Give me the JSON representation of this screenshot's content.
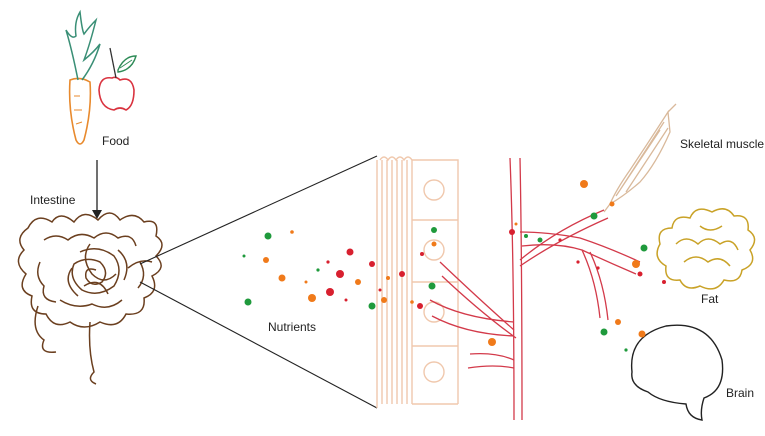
{
  "labels": {
    "food": "Food",
    "intestine": "Intestine",
    "nutrients": "Nutrients",
    "skeletal_muscle": "Skeletal muscle",
    "fat": "Fat",
    "brain": "Brain"
  },
  "colors": {
    "outline": "#6b3f1f",
    "villi": "#f0c8ad",
    "vessel": "#d33a4a",
    "fat": "#c9a227",
    "muscle": "#d9b99b",
    "carrot": "#e88a2e",
    "carrot_leaf": "#3a8f76",
    "apple": "#d9333f",
    "apple_leaf": "#2e8b57",
    "nutrient_green": "#1f9a3c",
    "nutrient_orange": "#f07a1a",
    "nutrient_red": "#d8202f"
  }
}
